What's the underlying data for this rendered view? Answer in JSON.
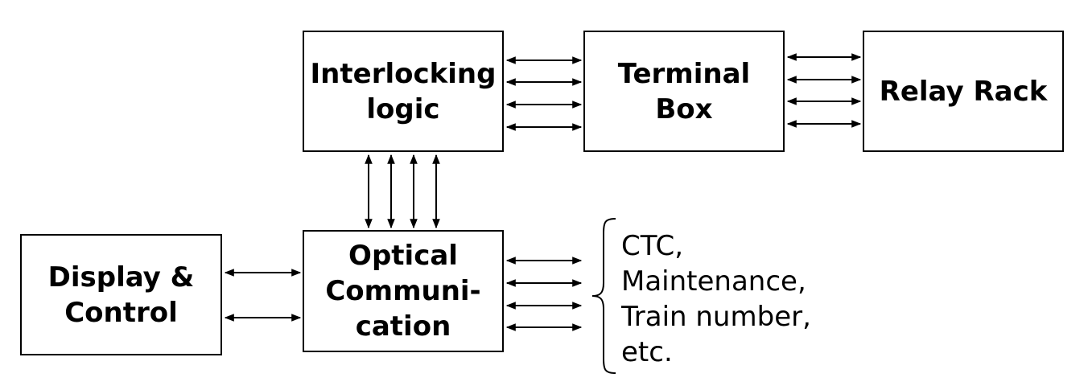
{
  "blocks": {
    "interlocking": {
      "lines": [
        "Interlocking",
        "logic"
      ]
    },
    "terminal": {
      "lines": [
        "Terminal",
        "Box"
      ]
    },
    "relay": {
      "lines": [
        "Relay Rack"
      ]
    },
    "display": {
      "lines": [
        "Display &",
        "Control"
      ]
    },
    "optical": {
      "lines": [
        "Optical",
        "Communi-",
        "cation"
      ]
    }
  },
  "external_interfaces": {
    "lines": [
      "CTC,",
      "Maintenance,",
      "Train number,",
      "etc."
    ]
  },
  "connections": [
    {
      "from": "interlocking",
      "to": "terminal",
      "arrows": 4,
      "direction": "bidirectional"
    },
    {
      "from": "terminal",
      "to": "relay",
      "arrows": 4,
      "direction": "bidirectional"
    },
    {
      "from": "interlocking",
      "to": "optical",
      "arrows": 4,
      "direction": "bidirectional"
    },
    {
      "from": "display",
      "to": "optical",
      "arrows": 2,
      "direction": "bidirectional"
    },
    {
      "from": "optical",
      "to": "external_interfaces",
      "arrows": 4,
      "direction": "bidirectional"
    }
  ]
}
